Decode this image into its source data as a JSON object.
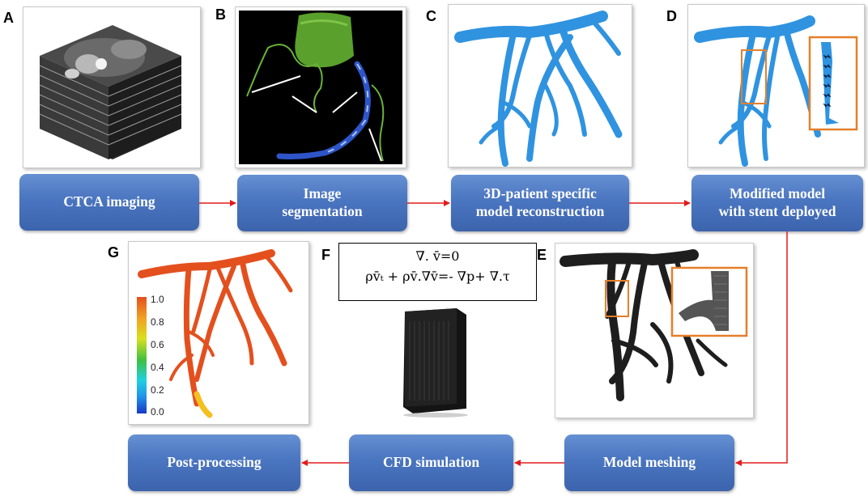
{
  "panels": {
    "a": {
      "letter": "A"
    },
    "b": {
      "letter": "B"
    },
    "c": {
      "letter": "C"
    },
    "d": {
      "letter": "D"
    },
    "e": {
      "letter": "E"
    },
    "f": {
      "letter": "F",
      "eq1": "∇. v̄=0",
      "eq2": "ρv̄ₜ + ρv̄.∇v̄=- ∇p+ ∇.τ"
    },
    "g": {
      "letter": "G",
      "ticks": [
        "1.0",
        "0.8",
        "0.6",
        "0.4",
        "0.2",
        "0.0"
      ]
    }
  },
  "steps": {
    "ctca": "CTCA imaging",
    "segmentation": "Image\nsegmentation",
    "reconstruction": "3D-patient specific\nmodel reconstruction",
    "modified": "Modified model\nwith stent deployed",
    "meshing": "Model meshing",
    "cfd": "CFD simulation",
    "post": "Post-processing"
  },
  "colors": {
    "arrow": "#e21b1b",
    "vessel_blue": "#2f93e0",
    "mesh_dark": "#1e1e1e",
    "result_orange": "#e3501e",
    "segmentation_green": "#5aa02c",
    "highlight_box": "#e57f2a"
  }
}
